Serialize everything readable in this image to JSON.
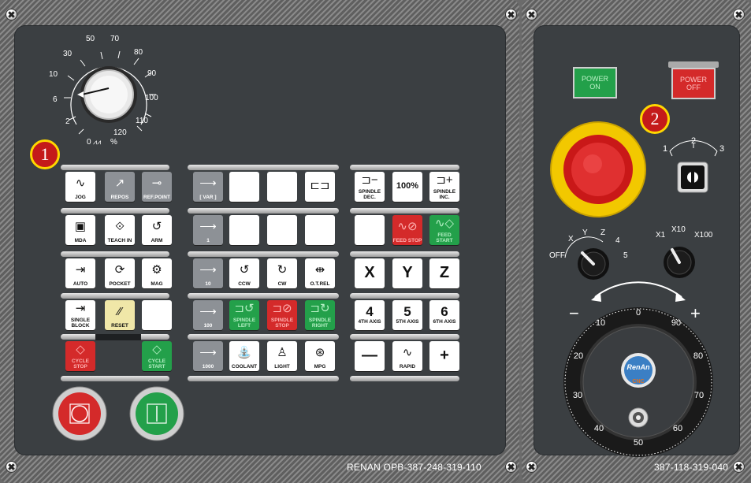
{
  "left_panel": {
    "badge": "1",
    "override_dial": {
      "scale": [
        "0",
        "2",
        "6",
        "10",
        "30",
        "50",
        "70",
        "80",
        "90",
        "100",
        "110",
        "120"
      ],
      "unit": "%"
    },
    "keypad": {
      "rows": [
        [
          {
            "label": "JOG",
            "icon": "wave-icon",
            "color": "white"
          },
          {
            "label": "REPOS",
            "icon": "curve-arrow-icon",
            "color": "gray"
          },
          {
            "label": "REF.POINT",
            "icon": "refpoint-icon",
            "color": "gray"
          },
          {
            "label": "[ VAR ]",
            "icon": "arrow-bar-icon",
            "color": "gray"
          },
          {
            "label": "",
            "icon": "",
            "color": "white"
          },
          {
            "label": "",
            "icon": "",
            "color": "white"
          },
          {
            "label": "",
            "icon": "bracket-icon",
            "color": "white"
          },
          {
            "label": "SPINDLE DEC.",
            "icon": "spindle-minus-icon",
            "color": "white"
          },
          {
            "label": "100%",
            "icon": "",
            "color": "white"
          },
          {
            "label": "SPINDLE INC.",
            "icon": "spindle-plus-icon",
            "color": "white"
          }
        ],
        [
          {
            "label": "MDA",
            "icon": "mda-icon",
            "color": "white"
          },
          {
            "label": "TEACH IN",
            "icon": "teach-icon",
            "color": "white"
          },
          {
            "label": "ARM",
            "icon": "arm-icon",
            "color": "white"
          },
          {
            "label": "1",
            "icon": "arrow-bar-icon",
            "color": "gray"
          },
          {
            "label": "",
            "icon": "",
            "color": "white"
          },
          {
            "label": "",
            "icon": "",
            "color": "white"
          },
          {
            "label": "",
            "icon": "",
            "color": "white"
          },
          {
            "label": "",
            "icon": "",
            "color": "white"
          },
          {
            "label": "FEED STOP",
            "icon": "feed-stop-icon",
            "color": "red"
          },
          {
            "label": "FEED START",
            "icon": "feed-start-icon",
            "color": "green"
          }
        ],
        [
          {
            "label": "AUTO",
            "icon": "auto-icon",
            "color": "white"
          },
          {
            "label": "POCKET",
            "icon": "pocket-icon",
            "color": "white"
          },
          {
            "label": "MAG",
            "icon": "mag-icon",
            "color": "white"
          },
          {
            "label": "10",
            "icon": "arrow-bar-icon",
            "color": "gray"
          },
          {
            "label": "CCW",
            "icon": "ccw-icon",
            "color": "white"
          },
          {
            "label": "CW",
            "icon": "cw-icon",
            "color": "white"
          },
          {
            "label": "O.T.REL",
            "icon": "otrel-icon",
            "color": "white"
          },
          {
            "label": "X",
            "icon": "",
            "color": "white"
          },
          {
            "label": "Y",
            "icon": "",
            "color": "white"
          },
          {
            "label": "Z",
            "icon": "",
            "color": "white"
          }
        ],
        [
          {
            "label": "SINGLE BLOCK",
            "icon": "single-block-icon",
            "color": "white"
          },
          {
            "label": "RESET",
            "icon": "reset-icon",
            "color": "yellow"
          },
          {
            "label": "",
            "icon": "",
            "color": "white"
          },
          {
            "label": "100",
            "icon": "arrow-bar-icon",
            "color": "gray"
          },
          {
            "label": "SPINDLE LEFT",
            "icon": "spindle-left-icon",
            "color": "green"
          },
          {
            "label": "SPINDLE STOP",
            "icon": "spindle-stop-icon",
            "color": "red"
          },
          {
            "label": "SPINDLE RIGHT",
            "icon": "spindle-right-icon",
            "color": "green"
          },
          {
            "label": "4TH AXIS",
            "icon": "4",
            "color": "white"
          },
          {
            "label": "5TH AXIS",
            "icon": "5",
            "color": "white"
          },
          {
            "label": "6TH AXIS",
            "icon": "6",
            "color": "white"
          }
        ],
        [
          {
            "label": "CYCLE STOP",
            "icon": "cycle-stop-icon",
            "color": "red"
          },
          {
            "label": "",
            "icon": "",
            "color": "none"
          },
          {
            "label": "CYCLE START",
            "icon": "cycle-start-icon",
            "color": "green"
          },
          {
            "label": "1000",
            "icon": "arrow-bar-icon",
            "color": "gray"
          },
          {
            "label": "COOLANT",
            "icon": "coolant-icon",
            "color": "white"
          },
          {
            "label": "LIGHT",
            "icon": "light-icon",
            "color": "white"
          },
          {
            "label": "MPG",
            "icon": "mpg-icon",
            "color": "white"
          },
          {
            "label": "—",
            "icon": "",
            "color": "white"
          },
          {
            "label": "RAPID",
            "icon": "rapid-icon",
            "color": "white"
          },
          {
            "label": "+",
            "icon": "",
            "color": "white"
          }
        ]
      ]
    },
    "footer": "RENAN OPB-387-248-319-110"
  },
  "right_panel": {
    "badge": "2",
    "power_on": "POWER ON",
    "power_off": "POWER OFF",
    "key_switch": {
      "positions": [
        "1",
        "2",
        "3"
      ]
    },
    "axis_selector": {
      "labels": [
        "OFF",
        "X",
        "Y",
        "Z",
        "4",
        "5"
      ]
    },
    "increment_selector": {
      "labels": [
        "X1",
        "X10",
        "X100"
      ]
    },
    "handwheel": {
      "minus": "−",
      "plus": "+",
      "scale": [
        "0",
        "10",
        "20",
        "30",
        "40",
        "50",
        "60",
        "70",
        "80",
        "90"
      ],
      "brand": "RenAn",
      "brand_sub": "CNC"
    },
    "footer": "387-118-319-040"
  },
  "colors": {
    "panel": "#3b3f42",
    "red_button": "#d42a2a",
    "green_button": "#23a04a",
    "badge": "#c41a1a",
    "badge_ring": "#ffd700",
    "estop_ring": "#f2c800"
  }
}
